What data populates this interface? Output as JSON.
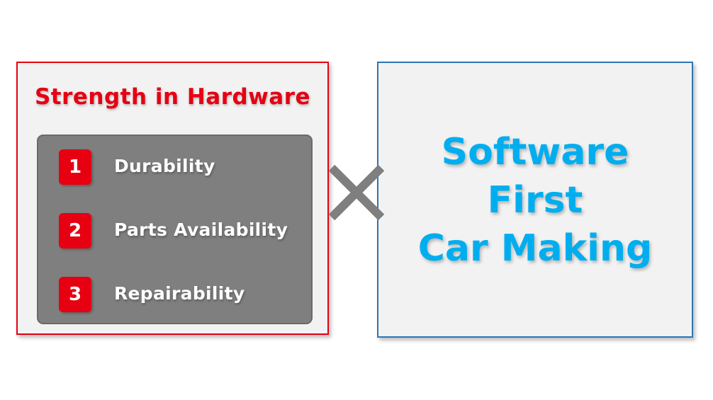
{
  "left_panel": {
    "title": "Strength in Hardware",
    "items": [
      {
        "number": "1",
        "label": "Durability"
      },
      {
        "number": "2",
        "label": "Parts Availability"
      },
      {
        "number": "3",
        "label": "Repairability"
      }
    ]
  },
  "operator_icon": "multiply-cross-icon",
  "right_panel": {
    "lines": [
      "Software",
      "First",
      "Car Making"
    ]
  },
  "colors": {
    "accent_red": "#e60012",
    "accent_blue": "#00aeef",
    "right_border": "#2e75b6",
    "list_bg": "#7f7f7f",
    "panel_bg": "#f2f2f2",
    "cross": "#7f7f7f"
  }
}
